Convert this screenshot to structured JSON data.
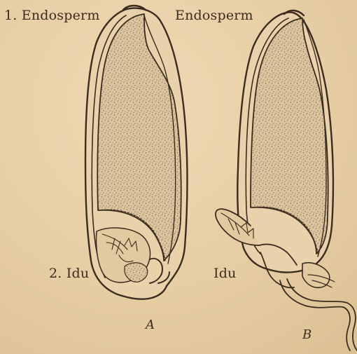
{
  "labels": {
    "endosperm_a": "1. Endosperm",
    "endosperm_b": "Endosperm",
    "idu_a": "2. Idu",
    "idu_b": "Idu",
    "panel_a": "A",
    "panel_b": "B"
  },
  "colors": {
    "paper": "#e8cfa6",
    "ink": "#3a2c1e",
    "endosperm_fill": "#dcc59e",
    "stipple": "#5a4632"
  }
}
